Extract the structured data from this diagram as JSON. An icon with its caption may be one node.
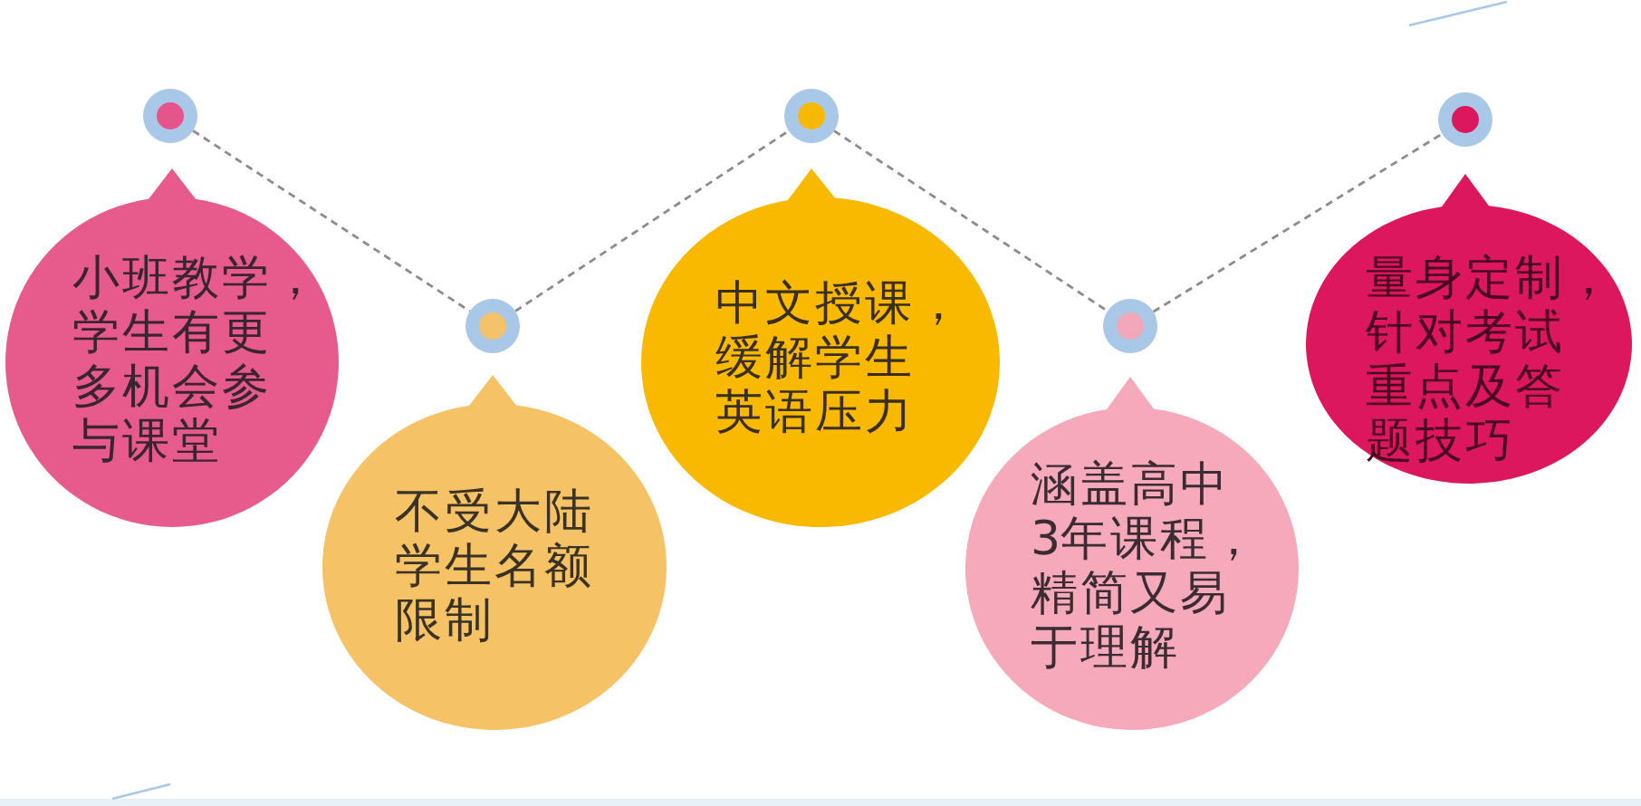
{
  "diagram": {
    "nodes": [
      {
        "text": [],
        "shape": "circle"
      },
      {
        "text": [
          "小班教学，学生有更多机会参与课堂"
        ]
      },
      {
        "text": [],
        "shape": "circle"
      },
      {
        "text": [
          "不受大陆学生名额限制"
        ]
      },
      {
        "text": [],
        "shape": "circle"
      },
      {
        "text": [
          "中文授课，缓解学生英语压力"
        ]
      },
      {
        "text": [],
        "shape": "circle"
      },
      {
        "text": [
          "涵盖高中3年课程，精简又易于理解"
        ]
      },
      {
        "text": [],
        "shape": "circle"
      },
      {
        "text": [
          "量身定制，针对考试重点及答题技巧"
        ]
      }
    ],
    "edges": [
      {
        "from": 0,
        "to": 2,
        "arrow": "none",
        "style": "dashed"
      },
      {
        "from": 2,
        "to": 4,
        "arrow": "none",
        "style": "dashed"
      },
      {
        "from": 4,
        "to": 6,
        "arrow": "none",
        "style": "dashed"
      },
      {
        "from": 6,
        "to": 8,
        "arrow": "none",
        "style": "dashed"
      }
    ]
  }
}
